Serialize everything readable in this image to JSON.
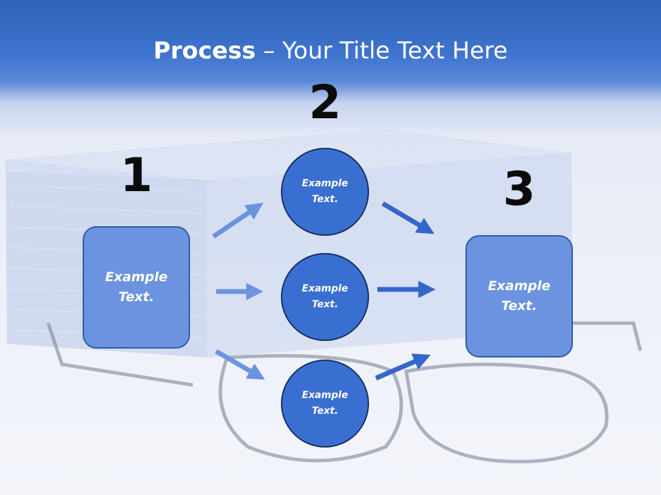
{
  "title": {
    "bold": "Process",
    "rest": " – Your Title Text Here"
  },
  "steps": [
    "1",
    "2",
    "3"
  ],
  "boxes": {
    "left": "Example Text.",
    "right": "Example Text."
  },
  "circles": [
    "Example Text.",
    "Example Text.",
    "Example Text."
  ],
  "colors": {
    "header_blue": "#3f74cf",
    "box_fill": "#6b93df",
    "circle_fill": "#3a6fd2",
    "light_arrow": "#6b93df",
    "dark_arrow": "#3566c9"
  }
}
